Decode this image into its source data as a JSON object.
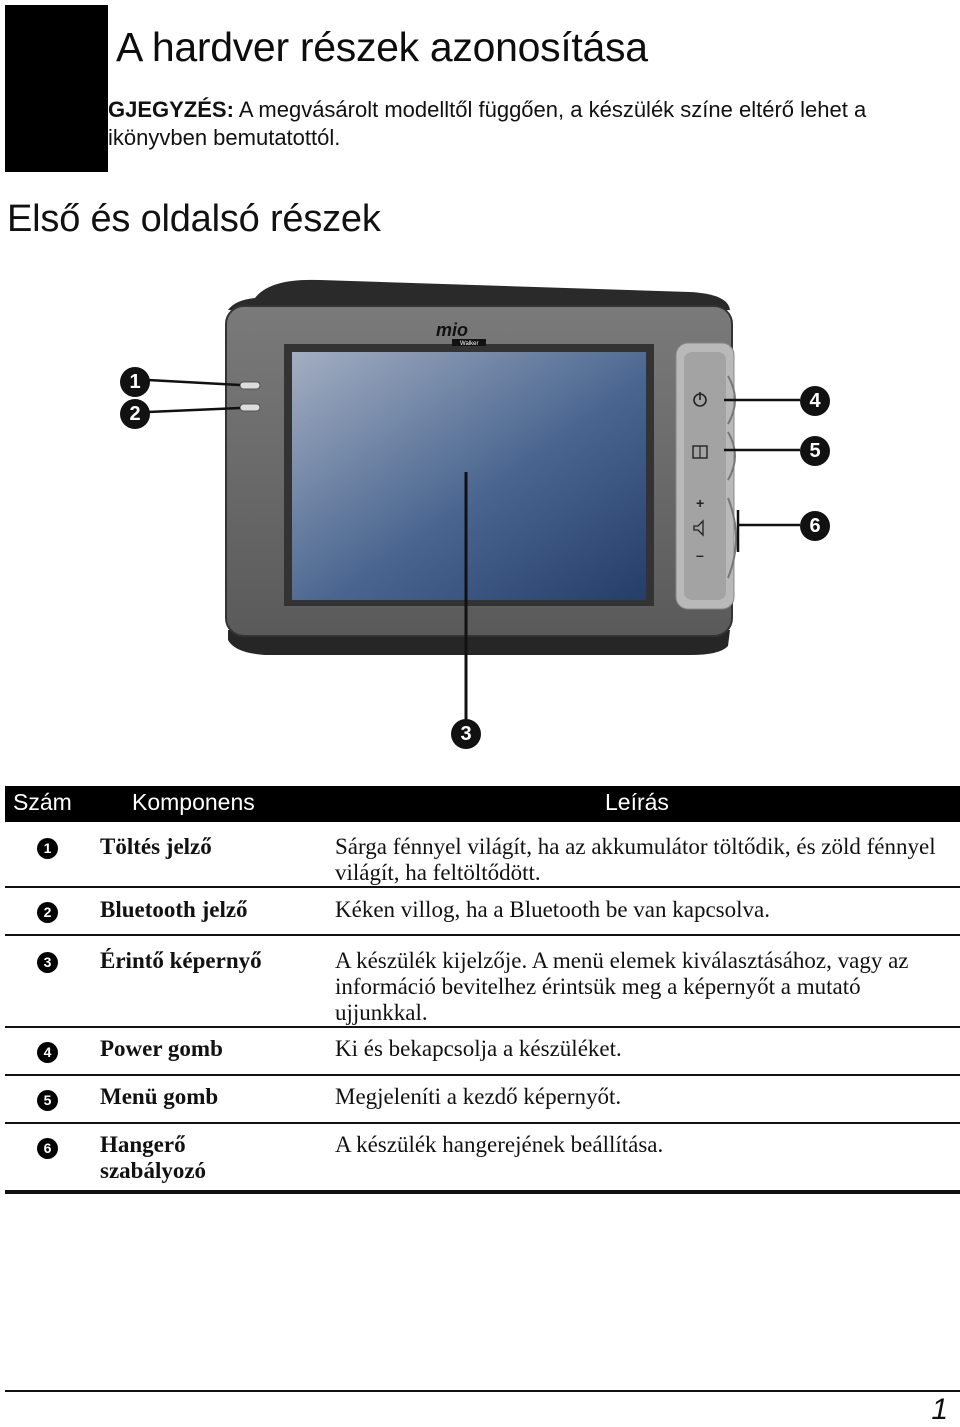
{
  "header": {
    "title": "A hardver részek azonosítása",
    "note_label": "GJEGYZÉS:",
    "note_text": " A megvásárolt modelltől függően, a készülék színe eltérő lehet a",
    "note_text_2": "ikönyvben bemutatottól."
  },
  "section": {
    "title": "Első és oldalsó részek"
  },
  "device": {
    "brand": "mio",
    "sub_brand": "Walker",
    "callouts": [
      "1",
      "2",
      "3",
      "4",
      "5",
      "6"
    ],
    "volume_plus": "+",
    "volume_minus": "–"
  },
  "table": {
    "headers": {
      "num": "Szám",
      "component": "Komponens",
      "description": "Leírás"
    },
    "rows": [
      {
        "num": "1",
        "component": "Töltés jelző",
        "description": "Sárga fénnyel világít, ha az akkumulátor töltődik, és zöld fénnyel világít, ha feltöltődött."
      },
      {
        "num": "2",
        "component": "Bluetooth jelző",
        "description": "Kéken villog, ha a Bluetooth be van kapcsolva."
      },
      {
        "num": "3",
        "component": "Érintő képernyő",
        "description": "A készülék kijelzője. A menü elemek kiválasztásához, vagy az információ bevitelhez érintsük meg a képernyőt a mutató ujjunkkal."
      },
      {
        "num": "4",
        "component": "Power gomb",
        "description": "Ki és bekapcsolja a készüléket."
      },
      {
        "num": "5",
        "component": "Menü gomb",
        "description": "Megjeleníti a kezdő képernyőt."
      },
      {
        "num": "6",
        "component": "Hangerő szabályozó",
        "description": "A készülék hangerejének beállítása."
      }
    ]
  },
  "footer": {
    "page_number": "1"
  },
  "colors": {
    "screen_top": "#9aa6bb",
    "screen_bottom": "#2e4a75",
    "body": "#6a6a6a",
    "bezel_dark": "#222222"
  }
}
